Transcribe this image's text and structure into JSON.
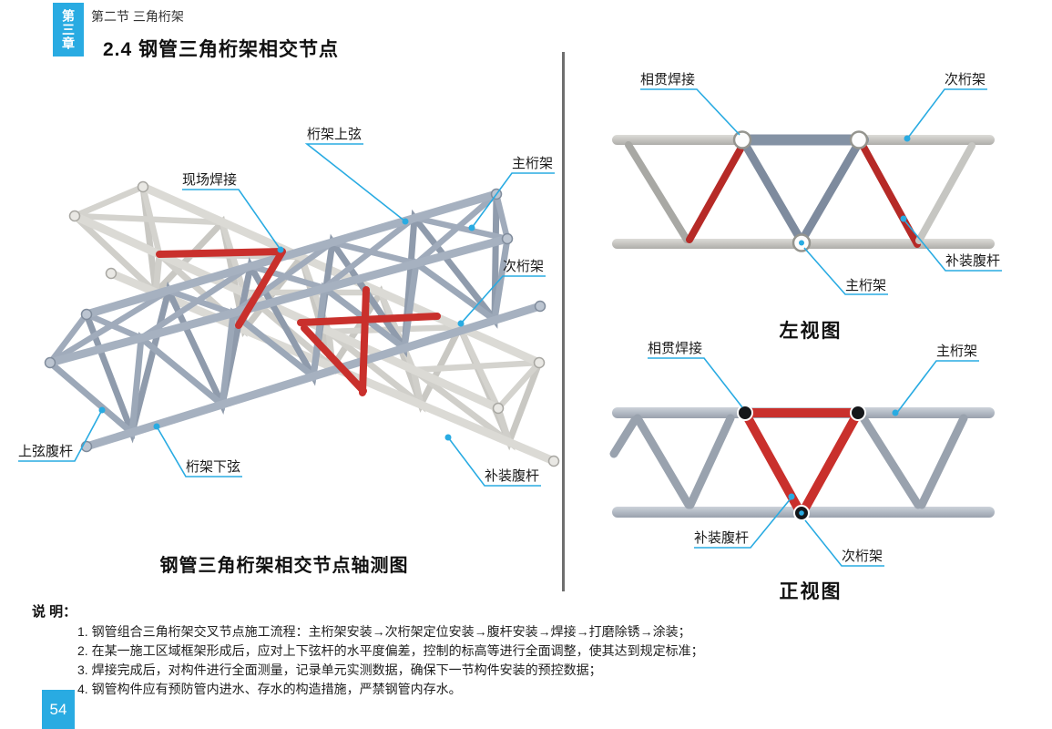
{
  "colors": {
    "accent": "#29abe2",
    "red_member": "#c9302c",
    "steel_blue": "#a6b1c0",
    "steel_white": "#dbdad5",
    "dark_member": "#7e8b9e",
    "divider": "#6f6f6f"
  },
  "header": {
    "chapter": "第三章",
    "section": "第二节 三角桁架",
    "title": "2.4 钢管三角桁架相交节点"
  },
  "iso": {
    "caption": "钢管三角桁架相交节点轴测图",
    "labels": {
      "top_chord": "桁架上弦",
      "site_weld": "现场焊接",
      "main_truss": "主桁架",
      "secondary_truss": "次桁架",
      "top_chord_web": "上弦腹杆",
      "bottom_chord": "桁架下弦",
      "supplement_web": "补装腹杆"
    }
  },
  "side_view": {
    "caption": "左视图",
    "labels": {
      "intersect_weld": "相贯焊接",
      "secondary_truss": "次桁架",
      "main_truss": "主桁架",
      "supplement_web": "补装腹杆"
    }
  },
  "front_view": {
    "caption": "正视图",
    "labels": {
      "intersect_weld": "相贯焊接",
      "main_truss": "主桁架",
      "supplement_web": "补装腹杆",
      "secondary_truss": "次桁架"
    }
  },
  "notes": {
    "heading": "说 明：",
    "items": [
      "1. 钢管组合三角桁架交叉节点施工流程：主桁架安装→次桁架定位安装→腹杆安装→焊接→打磨除锈→涂装；",
      "2. 在某一施工区域框架形成后，应对上下弦杆的水平度偏差，控制的标高等进行全面调整，使其达到规定标准；",
      "3. 焊接完成后，对构件进行全面测量，记录单元实测数据，确保下一节构件安装的预控数据；",
      "4. 钢管构件应有预防管内进水、存水的构造措施，严禁钢管内存水。"
    ]
  },
  "page": {
    "number": "54"
  }
}
